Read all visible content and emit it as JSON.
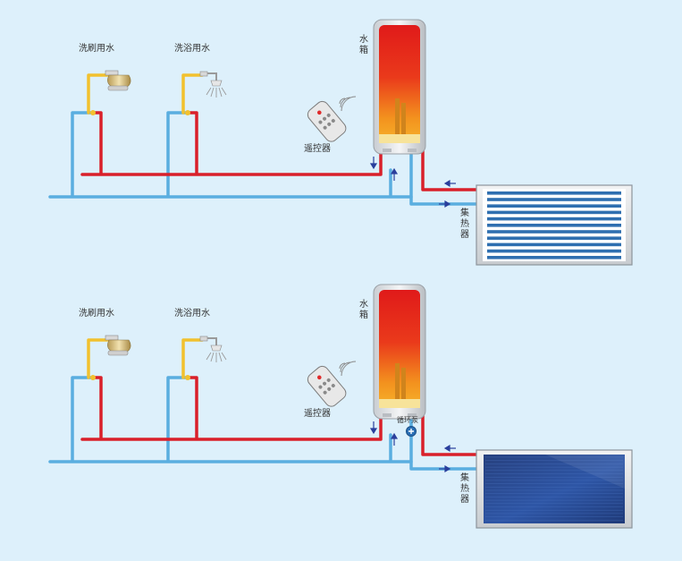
{
  "colors": {
    "background": "#ddf0fb",
    "hot_pipe": "#d9202a",
    "cold_pipe": "#5aaee0",
    "fixture_pipe": "#f2c12e",
    "tank_hot": "#e8281d",
    "tank_warm": "#f39a1f",
    "arrow": "#2a3f9c",
    "pump": "#2a6fb5"
  },
  "diagrams": [
    {
      "id": "top",
      "labels": {
        "sink_water": "洗刷用水",
        "shower_water": "洗浴用水",
        "tank_char1": "水",
        "tank_char2": "箱",
        "remote": "遥控器",
        "collector_char1": "集",
        "collector_char2": "热",
        "collector_char3": "器",
        "pump": ""
      },
      "collector_style": "tube",
      "has_pump": false,
      "icons": [
        "faucet-icon",
        "shower-icon",
        "remote-control-icon",
        "water-tank-icon",
        "tube-collector-icon"
      ]
    },
    {
      "id": "bottom",
      "labels": {
        "sink_water": "洗刷用水",
        "shower_water": "洗浴用水",
        "tank_char1": "水",
        "tank_char2": "箱",
        "remote": "遥控器",
        "collector_char1": "集",
        "collector_char2": "热",
        "collector_char3": "器",
        "pump": "循环泵"
      },
      "collector_style": "flat-plate",
      "has_pump": true,
      "icons": [
        "faucet-icon",
        "shower-icon",
        "remote-control-icon",
        "water-tank-icon",
        "pump-icon",
        "flat-plate-collector-icon"
      ]
    }
  ]
}
